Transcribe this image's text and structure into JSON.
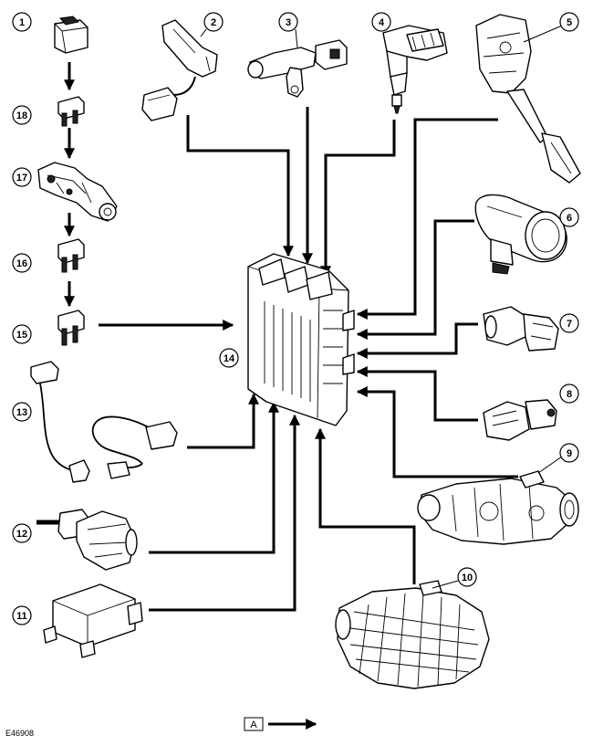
{
  "callouts": [
    "1",
    "2",
    "3",
    "4",
    "5",
    "6",
    "7",
    "8",
    "9",
    "10",
    "11",
    "12",
    "13",
    "14",
    "15",
    "16",
    "17",
    "18"
  ],
  "figure_ref": "E46908",
  "key": {
    "label": "A"
  },
  "colors": {
    "line": "#000000",
    "background": "#ffffff"
  }
}
